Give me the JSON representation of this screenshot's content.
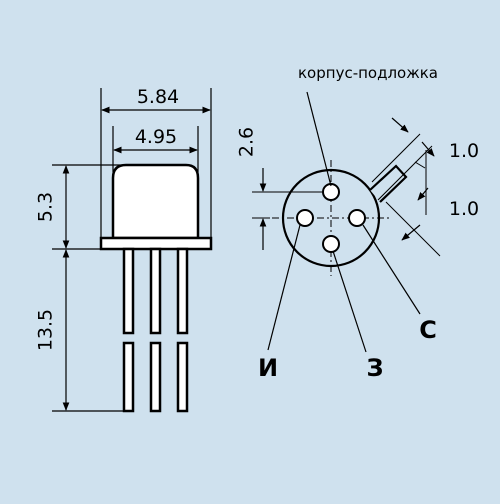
{
  "dimensions": {
    "body_width": "5.84",
    "cap_width": "4.95",
    "body_height": "5.3",
    "lead_length": "13.5",
    "pin_offset": "2.6",
    "pitch_top": "1.0",
    "pitch_bottom": "1.0"
  },
  "labels": {
    "substrate": "корпус-подложка",
    "source": "И",
    "gate": "З",
    "drain": "С"
  }
}
